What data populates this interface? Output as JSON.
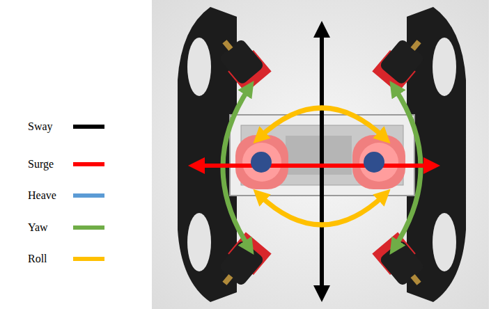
{
  "diagram": {
    "legend": [
      {
        "text": "Sway",
        "color": "#000000"
      },
      {
        "text": "Surge",
        "color": "#ff0000"
      },
      {
        "text": "Heave",
        "color": "#5b9bd5"
      },
      {
        "text": "Yaw",
        "color": "#70ad47"
      },
      {
        "text": "Roll",
        "color": "#ffc000"
      }
    ]
  }
}
